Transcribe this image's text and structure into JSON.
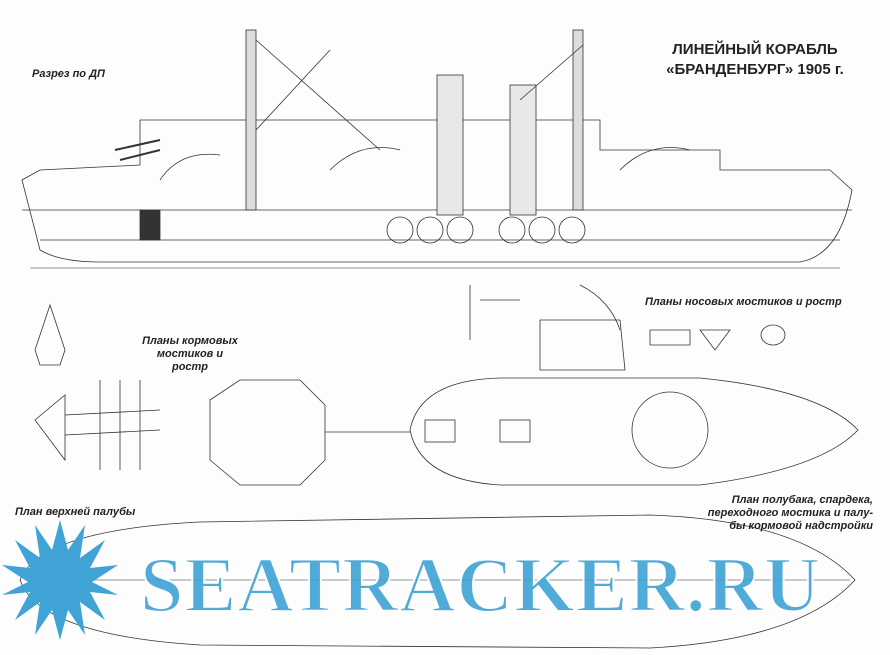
{
  "title": {
    "line1": "ЛИНЕЙНЫЙ КОРАБЛЬ",
    "line2": "«БРАНДЕНБУРГ» 1905 г."
  },
  "labels": {
    "section": "Разрез по ДП",
    "bow_bridges": "Планы носовых мостиков и ростр",
    "stern_bridges_1": "Планы кормовых",
    "stern_bridges_2": "мостиков и ростр",
    "upper_deck": "План верхней палубы",
    "forecastle_1": "План полубака, спардека,",
    "forecastle_2": "переходного мостика и палу-",
    "forecastle_3": "бы кормовой надстройки"
  },
  "watermark": "SEATRACKER.RU",
  "colors": {
    "line": "#333333",
    "watermark": "#3fa3d6"
  }
}
